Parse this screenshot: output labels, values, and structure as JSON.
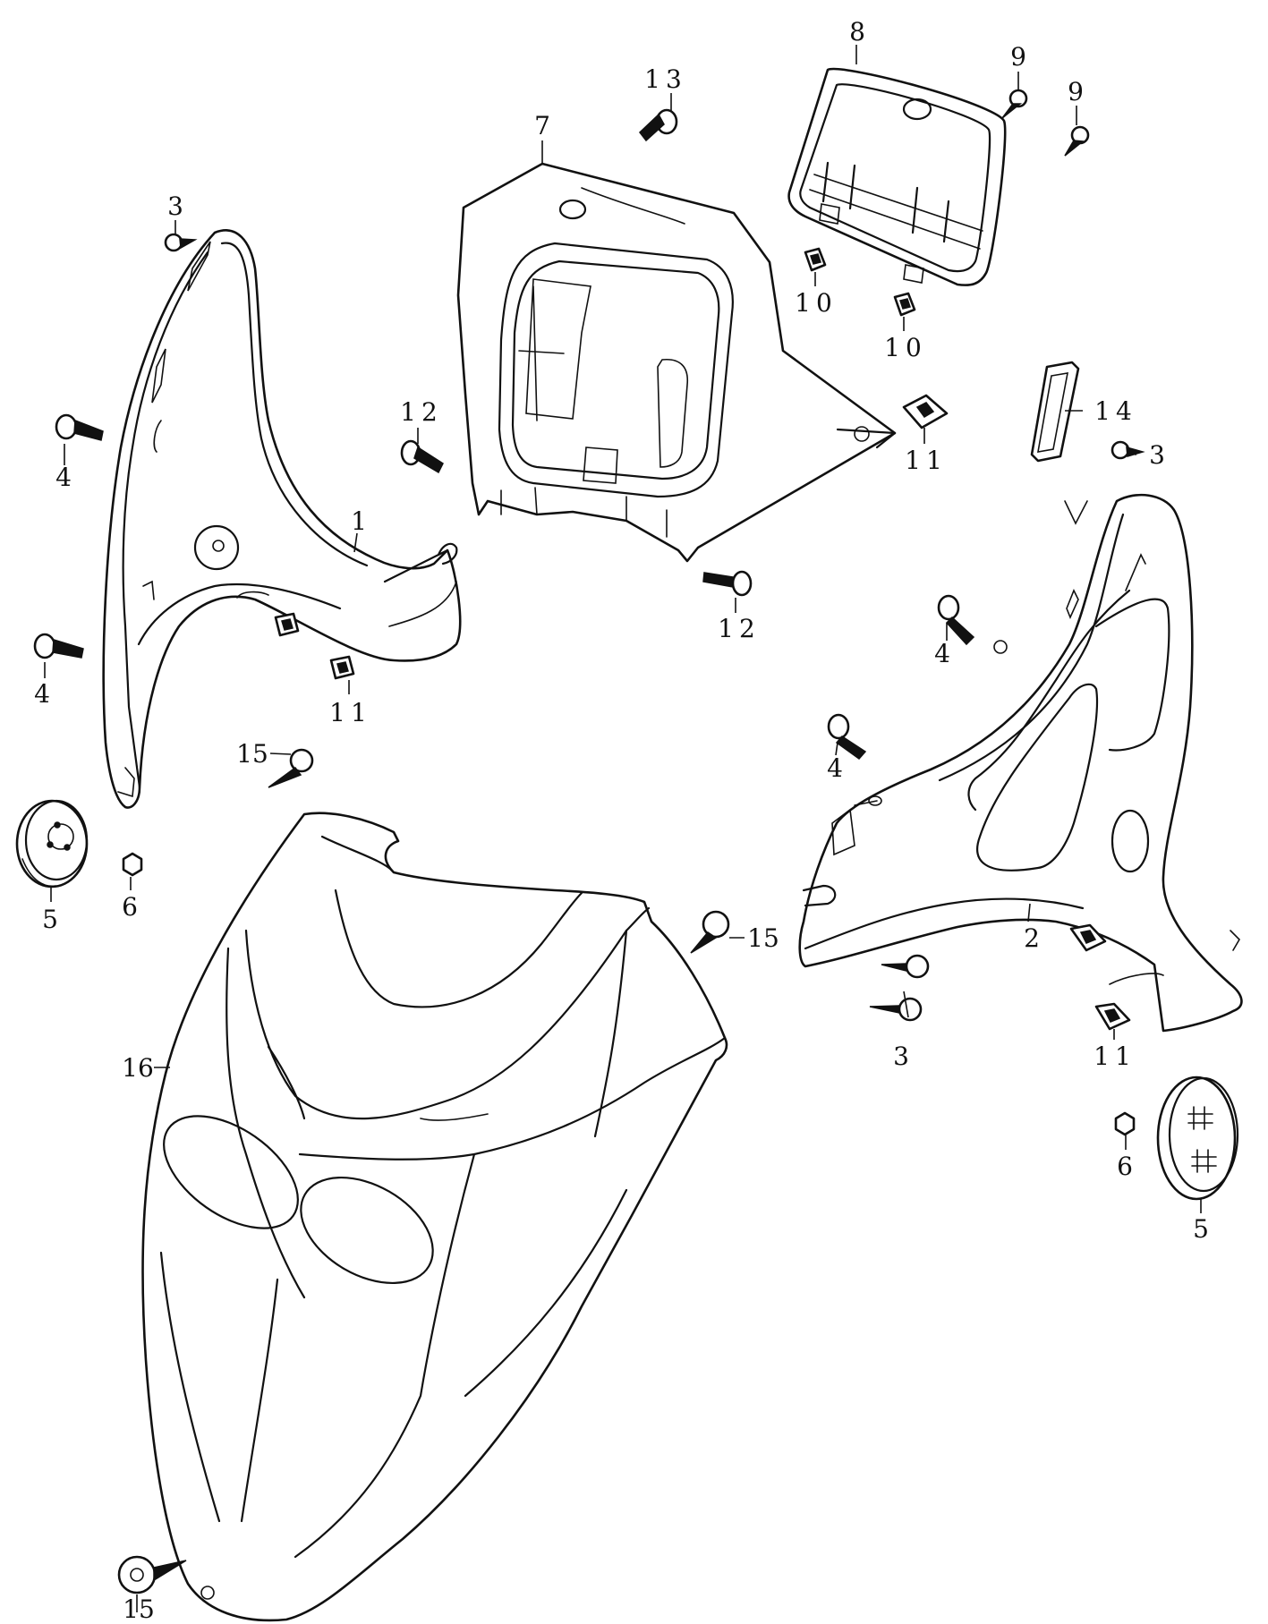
{
  "callouts": [
    {
      "id": "c1",
      "text": "1"
    },
    {
      "id": "c2",
      "text": "2"
    },
    {
      "id": "c3a",
      "text": "3"
    },
    {
      "id": "c3b",
      "text": "3"
    },
    {
      "id": "c3c",
      "text": "3"
    },
    {
      "id": "c4a",
      "text": "4"
    },
    {
      "id": "c4b",
      "text": "4"
    },
    {
      "id": "c4c",
      "text": "4"
    },
    {
      "id": "c4d",
      "text": "4"
    },
    {
      "id": "c5a",
      "text": "5"
    },
    {
      "id": "c5b",
      "text": "5"
    },
    {
      "id": "c6a",
      "text": "6"
    },
    {
      "id": "c6b",
      "text": "6"
    },
    {
      "id": "c7",
      "text": "7"
    },
    {
      "id": "c8",
      "text": "8"
    },
    {
      "id": "c9a",
      "text": "9"
    },
    {
      "id": "c9b",
      "text": "9"
    },
    {
      "id": "c10a",
      "text": "10"
    },
    {
      "id": "c10b",
      "text": "10"
    },
    {
      "id": "c11a",
      "text": "11"
    },
    {
      "id": "c11b",
      "text": "11"
    },
    {
      "id": "c11c",
      "text": "11"
    },
    {
      "id": "c12a",
      "text": "12"
    },
    {
      "id": "c12b",
      "text": "12"
    },
    {
      "id": "c13",
      "text": "13"
    },
    {
      "id": "c14",
      "text": "14"
    },
    {
      "id": "c15a",
      "text": "15"
    },
    {
      "id": "c15b",
      "text": "15"
    },
    {
      "id": "c15c",
      "text": "15"
    },
    {
      "id": "c16",
      "text": "16"
    }
  ]
}
